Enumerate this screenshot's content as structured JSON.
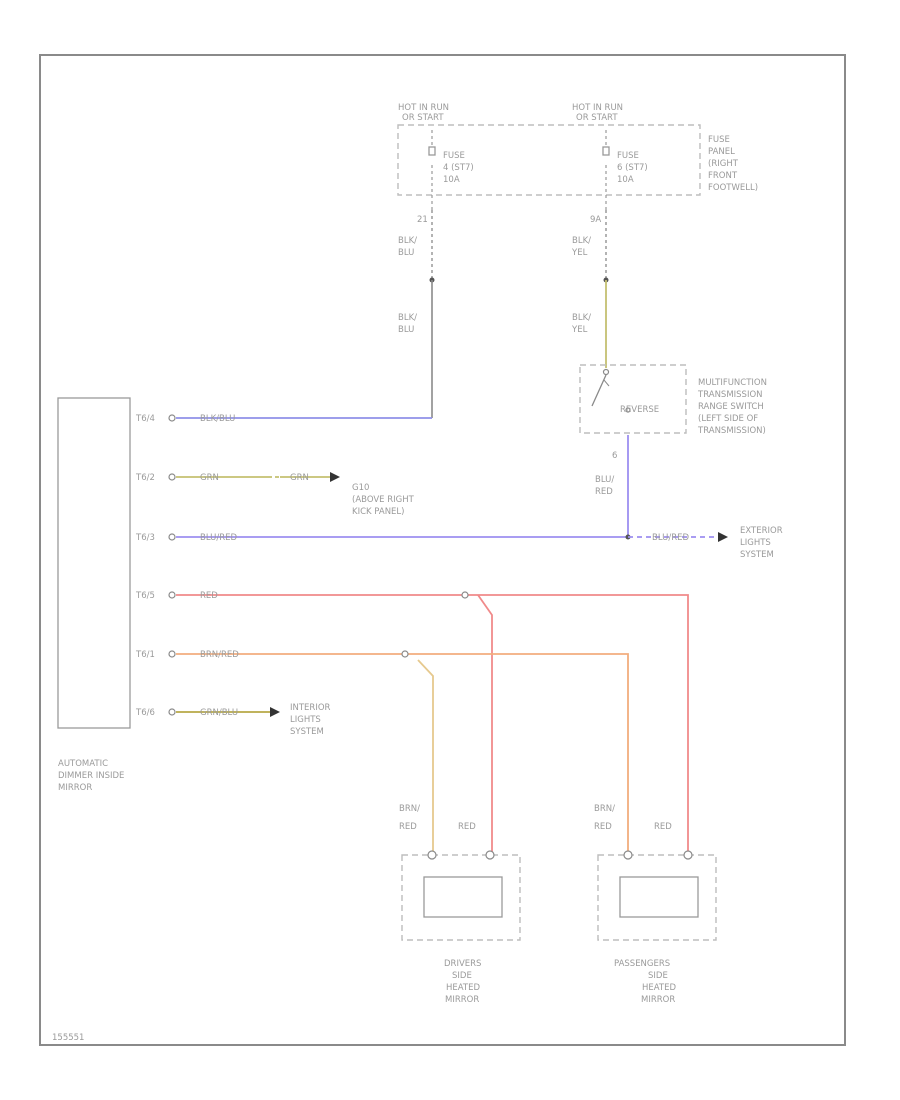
{
  "fuse_left": {
    "hot_label_1": "HOT IN RUN",
    "hot_label_2": "OR START",
    "fuse_line_1": "FUSE",
    "fuse_line_2": "4 (ST7)",
    "fuse_line_3": "10A",
    "pin": "21",
    "wire_1a": "BLK/",
    "wire_1b": "BLU",
    "wire_2a": "BLK/",
    "wire_2b": "BLU"
  },
  "fuse_right": {
    "hot_label_1": "HOT IN RUN",
    "hot_label_2": "OR START",
    "fuse_line_1": "FUSE",
    "fuse_line_2": "6 (ST7)",
    "fuse_line_3": "10A",
    "pin": "9A",
    "wire_1a": "BLK/",
    "wire_1b": "YEL",
    "wire_2a": "BLK/",
    "wire_2b": "YEL"
  },
  "fuse_panel": {
    "line_1": "FUSE",
    "line_2": "PANEL",
    "line_3": "(RIGHT",
    "line_4": "FRONT",
    "line_5": "FOOTWELL)"
  },
  "range_switch": {
    "reverse": "REVERSE",
    "line_1": "MULTIFUNCTION",
    "line_2": "TRANSMISSION",
    "line_3": "RANGE SWITCH",
    "line_4": "(LEFT SIDE OF",
    "line_5": "TRANSMISSION)",
    "pin": "6",
    "wire_a": "BLU/",
    "wire_b": "RED"
  },
  "mirror_module": {
    "line_1": "AUTOMATIC",
    "line_2": "DIMMER INSIDE",
    "line_3": "MIRROR"
  },
  "connectors": [
    {
      "pin": "T6/4",
      "wire": "BLK/BLU"
    },
    {
      "pin": "T6/2",
      "wire": "GRN",
      "wire_2": "GRN"
    },
    {
      "pin": "T6/3",
      "wire": "BLU/RED",
      "wire_2": "BLU/RED"
    },
    {
      "pin": "T6/5",
      "wire": "RED"
    },
    {
      "pin": "T6/1",
      "wire": "BRN/RED"
    },
    {
      "pin": "T6/6",
      "wire": "GRN/BLU"
    }
  ],
  "g_label": {
    "line_1": "G10",
    "line_2": "(ABOVE RIGHT",
    "line_3": "KICK PANEL)"
  },
  "exterior": {
    "line_1": "EXTERIOR",
    "line_2": "LIGHTS",
    "line_3": "SYSTEM"
  },
  "interior": {
    "line_1": "INTERIOR",
    "line_2": "LIGHTS",
    "line_3": "SYSTEM"
  },
  "drivers_mirror": {
    "wire_brn_a": "BRN/",
    "wire_brn_b": "RED",
    "wire_red": "RED",
    "line_1": "DRIVERS",
    "line_2": "SIDE",
    "line_3": "HEATED",
    "line_4": "MIRROR"
  },
  "passengers_mirror": {
    "wire_brn_a": "BRN/",
    "wire_brn_b": "RED",
    "wire_red": "RED",
    "line_1": "PASSENGERS",
    "line_2": "SIDE",
    "line_3": "HEATED",
    "line_4": "MIRROR"
  },
  "footer_code": "155551",
  "wire_colors": {
    "blk_blu": "#8f91e8",
    "gray": "#8a8a8a",
    "green_yellow": "#c4c071",
    "blu_red": "#9d8ff0",
    "red": "#f08a8a",
    "brn_red": "#f2ad7e",
    "brn_red_vertical": "#e6c98e",
    "grn_blu": "#b7a846"
  }
}
